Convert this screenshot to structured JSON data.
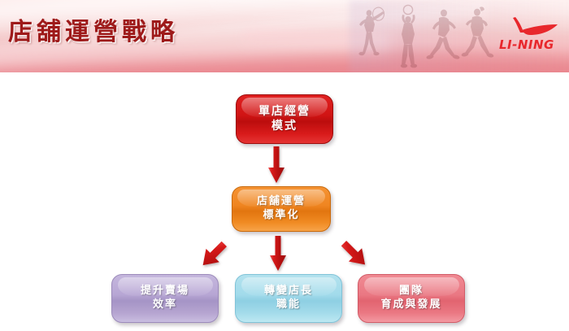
{
  "header": {
    "title": "店舖運營戰略",
    "logo_text": "LI-NING",
    "logo_name": "li-ning-logo",
    "accent_color": "#e8272c",
    "band_color": "#ea8890",
    "title_color": "#9e1a1a",
    "athletes": [
      {
        "name": "badminton-player-silhouette"
      },
      {
        "name": "basketball-player-silhouette"
      },
      {
        "name": "runner-silhouette"
      },
      {
        "name": "jumping-athlete-silhouette"
      }
    ]
  },
  "diagram": {
    "nodes": [
      {
        "id": "single-store-operation-model",
        "line1": "單店經營",
        "line2": "模式",
        "color": "#d01414",
        "level": "top"
      },
      {
        "id": "store-operation-standardization",
        "line1": "店舖運營",
        "line2": "標準化",
        "color": "#ef8521",
        "level": "middle"
      },
      {
        "id": "improve-sales-floor-efficiency",
        "line1": "提升賣場",
        "line2": "效率",
        "color": "#b7a6d4",
        "level": "bottom"
      },
      {
        "id": "transform-store-manager-function",
        "line1": "轉變店長",
        "line2": "職能",
        "color": "#a2dbeb",
        "level": "bottom"
      },
      {
        "id": "team-cultivation-and-development",
        "line1": "團隊",
        "line2": "育成與發展",
        "color": "#ea7883",
        "level": "bottom"
      }
    ],
    "arrows": [
      {
        "id": "arrow-red-to-orange",
        "direction": "down",
        "color": "#cf1212"
      },
      {
        "id": "arrow-to-purple",
        "direction": "down-left",
        "color": "#cf1212"
      },
      {
        "id": "arrow-to-cyan",
        "direction": "down",
        "color": "#cf1212"
      },
      {
        "id": "arrow-to-pink",
        "direction": "down-right",
        "color": "#cf1212"
      }
    ]
  }
}
